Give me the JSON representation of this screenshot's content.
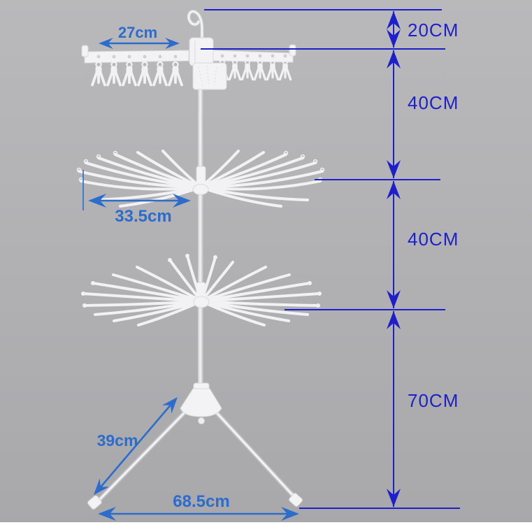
{
  "scene": {
    "type": "product-dimension-diagram",
    "subject": "3-tier folding clothes drying rack with clip hanger top, two rotary arm tiers and tripod base",
    "background_color": "#b0b0b3",
    "bottom_band_color": "#ffffff"
  },
  "colors": {
    "dimension_line_dark_blue": "#1e1ecb",
    "dimension_line_light_blue": "#2b6ccd",
    "product_white": "#f3f3f5"
  },
  "annotations": {
    "hanger_width": "27cm",
    "tier_arm_span": "33.5cm",
    "leg_length": "39cm",
    "base_width": "68.5cm",
    "height_segments": [
      {
        "label": "20CM"
      },
      {
        "label": "40CM"
      },
      {
        "label": "40CM"
      },
      {
        "label": "70CM"
      }
    ]
  }
}
